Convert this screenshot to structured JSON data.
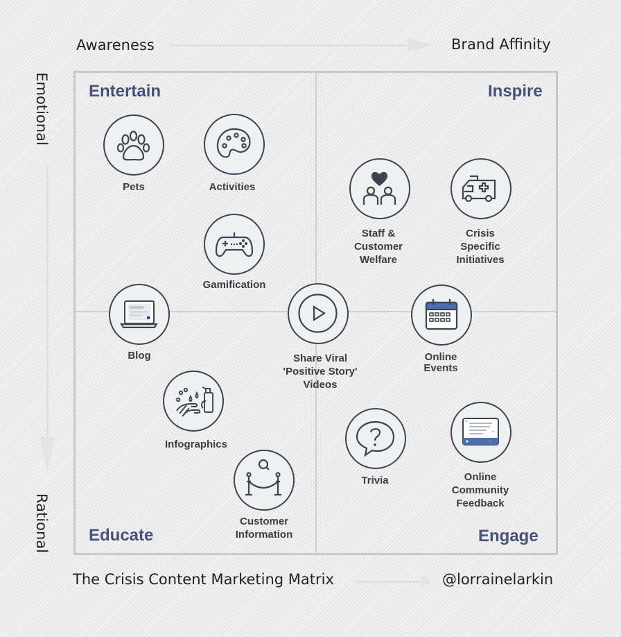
{
  "axes": {
    "top_left": "Awareness",
    "top_right": "Brand Affinity",
    "left_top": "Emotional",
    "left_bottom": "Rational",
    "bottom_left": "The Crisis Content Marketing Matrix",
    "bottom_right": "@lorrainelarkin"
  },
  "quadrants": {
    "top_left": "Entertain",
    "top_right": "Inspire",
    "bottom_left": "Educate",
    "bottom_right": "Engage"
  },
  "items": {
    "pets": "Pets",
    "activities": "Activities",
    "gamification": "Gamification",
    "blog": "Blog",
    "staff_welfare": "Staff &\nCustomer\nWelfare",
    "crisis_initiatives": "Crisis\nSpecific\nInitiatives",
    "viral_videos": "Share Viral\n'Positive Story'\nVideos",
    "online_events": "Online\nEvents",
    "infographics": "Infographics",
    "customer_information": "Customer\nInformation",
    "trivia": "Trivia",
    "community_feedback": "Online\nCommunity\nFeedback"
  },
  "colors": {
    "quadrant_title": "#47527a",
    "icon_stroke": "#3d4450",
    "icon_accent": "#4a6fb5"
  }
}
